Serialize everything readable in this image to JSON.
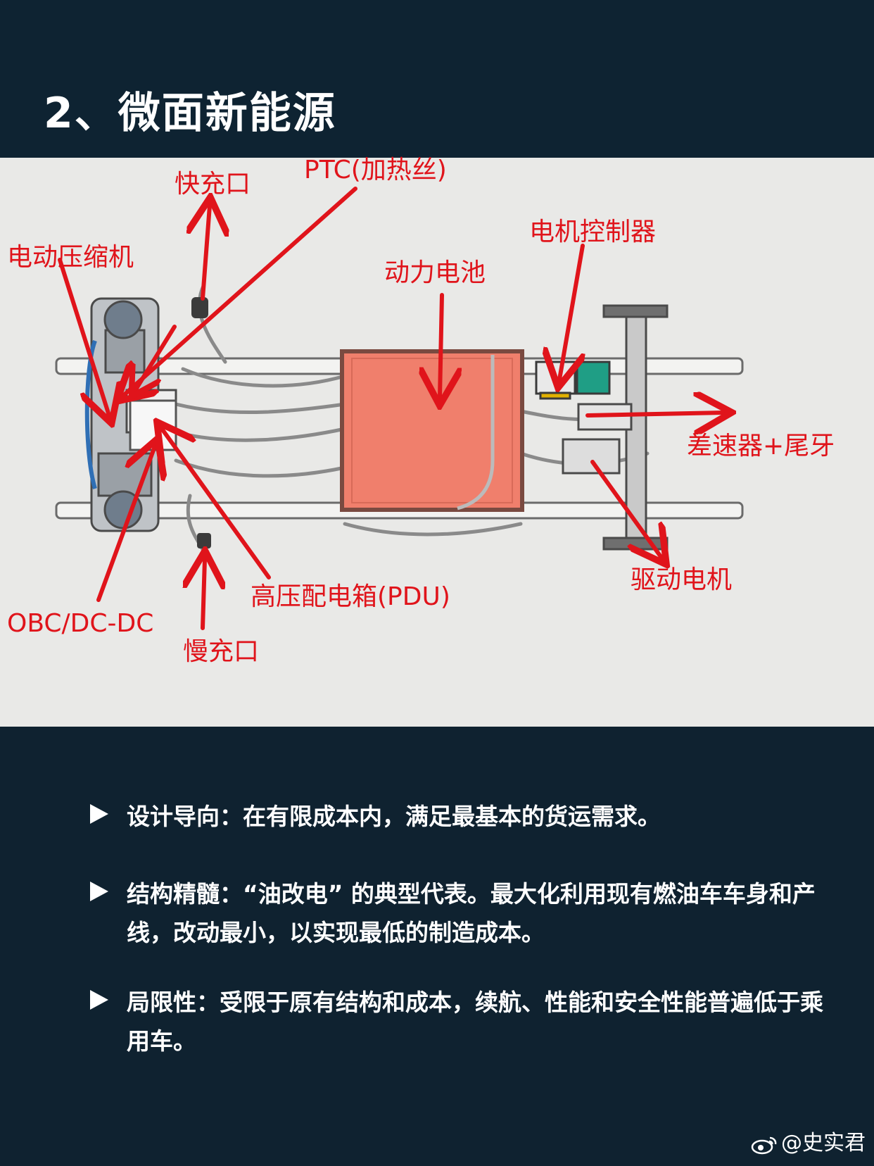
{
  "title": "2、微面新能源",
  "diagram": {
    "labels": {
      "fast_charge": "快充口",
      "ptc": "PTC(加热丝)",
      "compressor": "电动压缩机",
      "motor_controller": "电机控制器",
      "battery": "动力电池",
      "differential": "差速器+尾牙",
      "drive_motor": "驱动电机",
      "pdu": "高压配电箱(PDU)",
      "obc": "OBC/DC-DC",
      "slow_charge": "慢充口"
    },
    "colors": {
      "annotation": "#e0141b",
      "battery": "#f07f6c"
    }
  },
  "bullets": [
    {
      "text": "设计导向：在有限成本内，满足最基本的货运需求。"
    },
    {
      "text": "结构精髓：“油改电” 的典型代表。最大化利用现有燃油车车身和产线，改动最小，以实现最低的制造成本。"
    },
    {
      "text": "局限性：受限于原有结构和成本，续航、性能和安全性能普遍低于乘用车。"
    }
  ],
  "watermark": {
    "text": "@史实君",
    "icon": "weibo-icon"
  }
}
